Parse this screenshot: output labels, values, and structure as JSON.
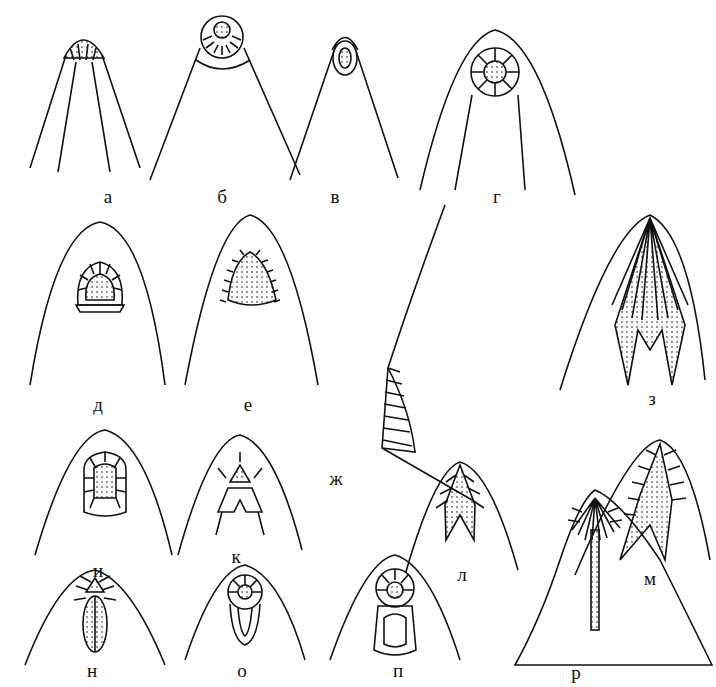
{
  "diagram": {
    "labels": [
      "а",
      "б",
      "в",
      "г",
      "д",
      "е",
      "ж",
      "з",
      "и",
      "к",
      "л",
      "м",
      "н",
      "о",
      "п",
      "р"
    ]
  }
}
